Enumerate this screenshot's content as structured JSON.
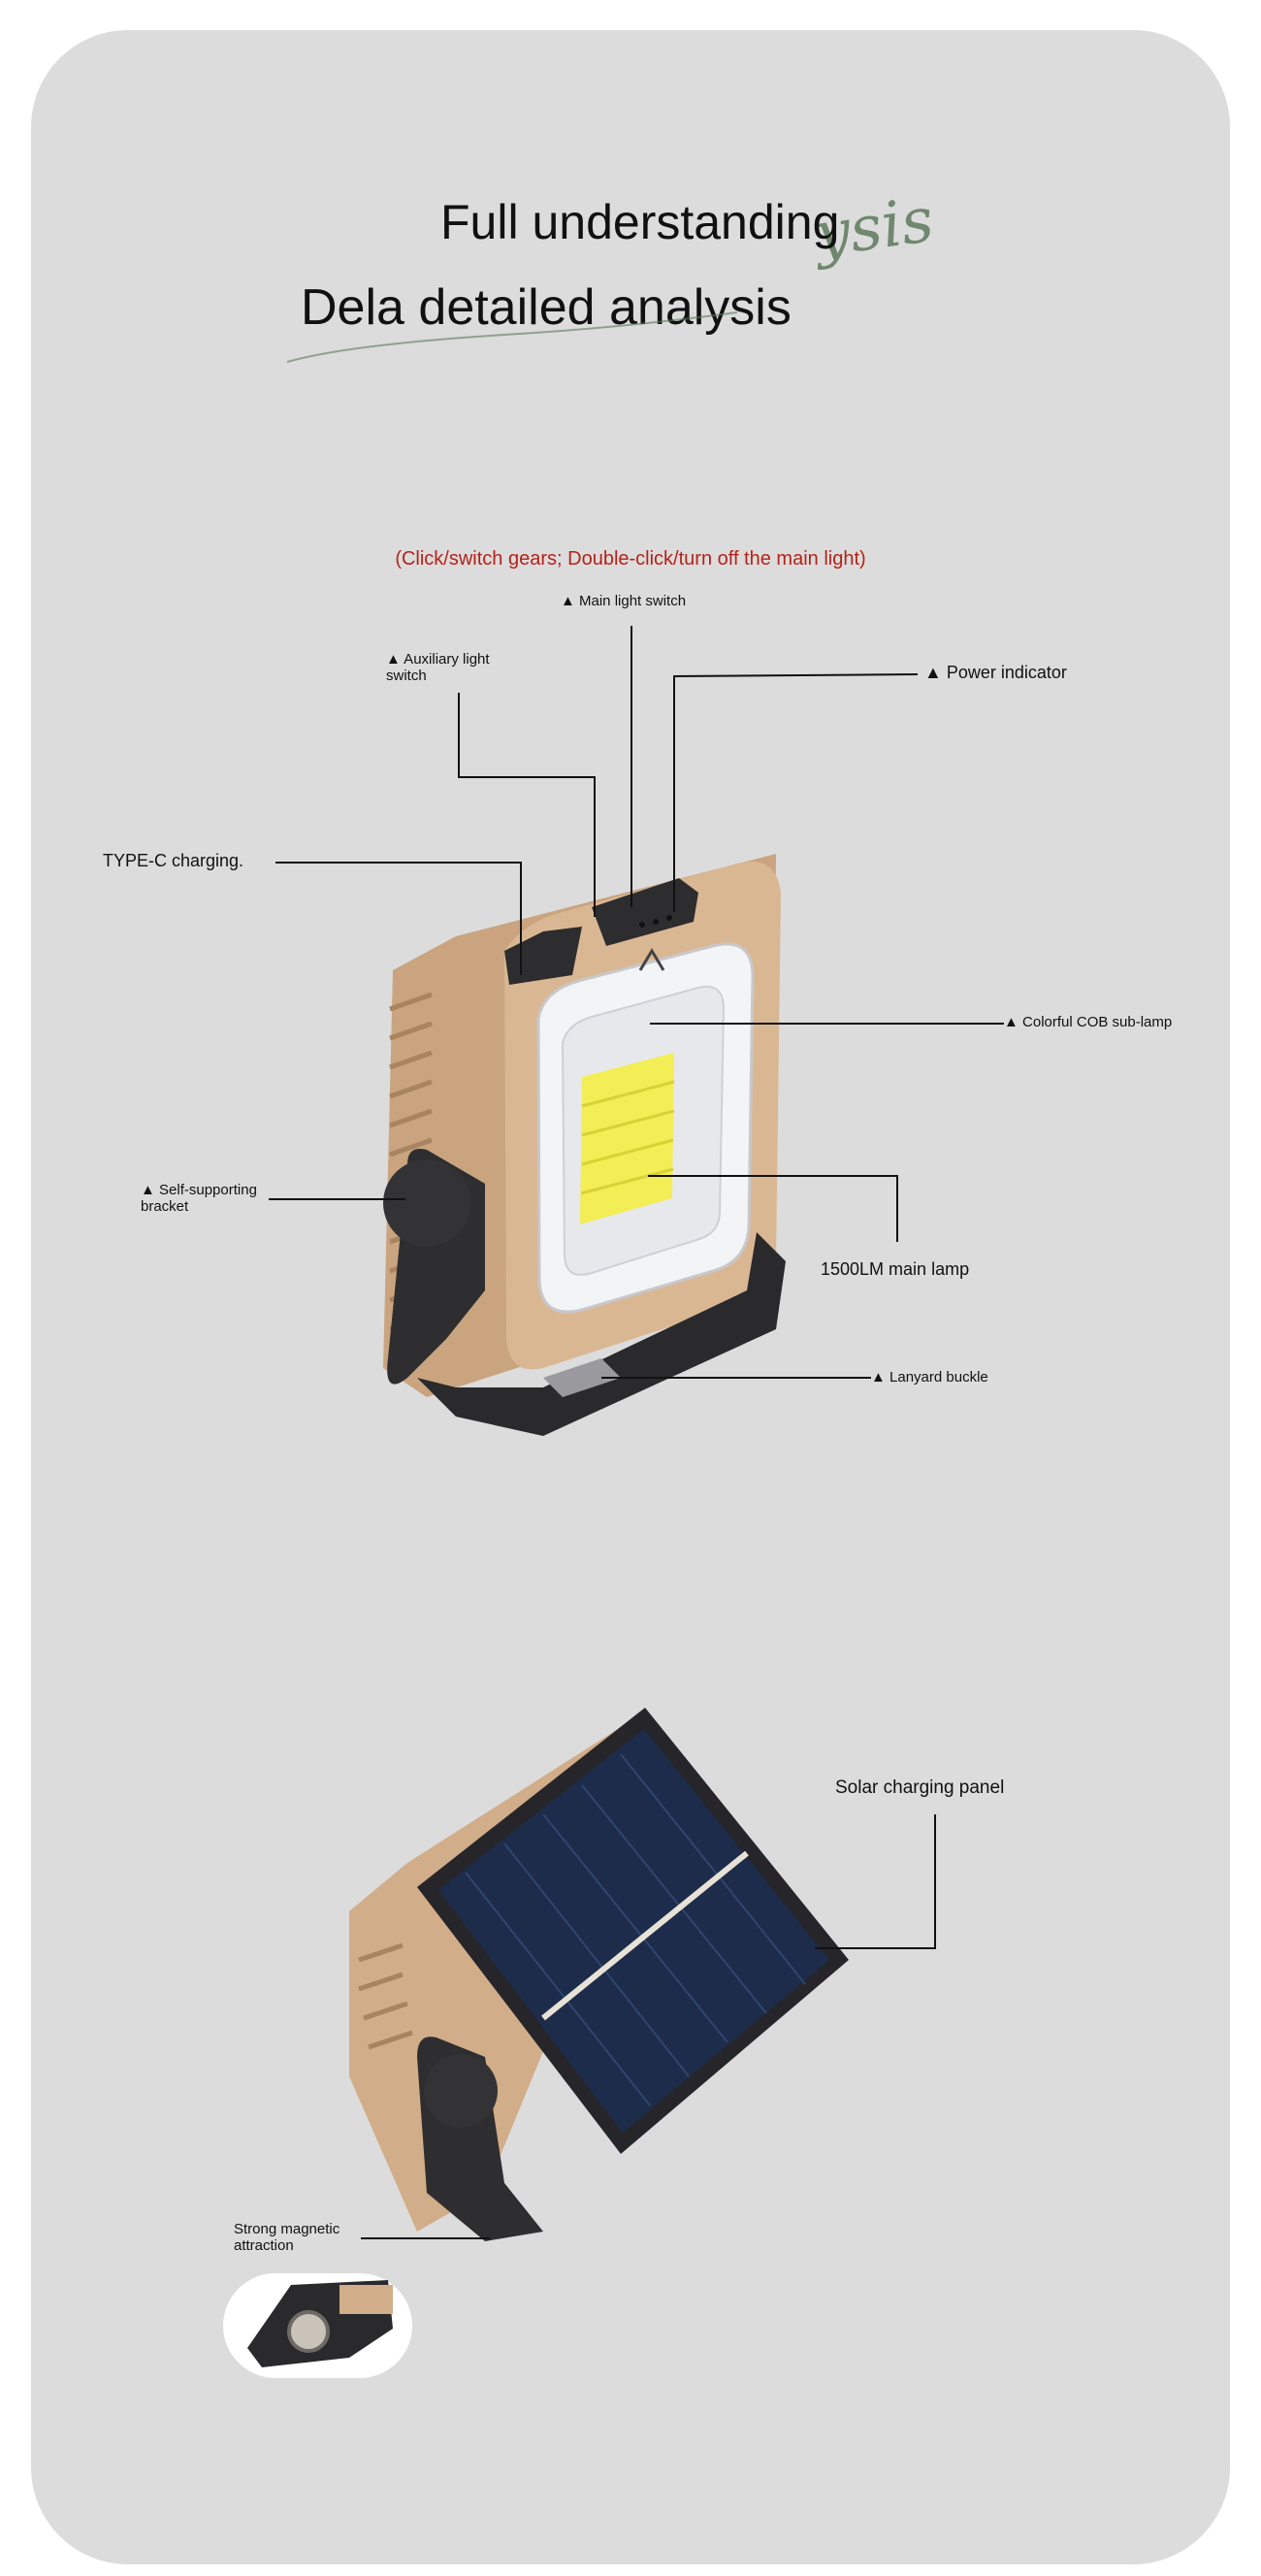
{
  "header": {
    "title_line1": "Full understanding",
    "title_line2": "Dela detailed analysis",
    "script_word": "ysis"
  },
  "note": "(Click/switch gears; Double-click/turn off the main light)",
  "callouts": {
    "main_light_switch": "▲ Main light switch",
    "auxiliary_light_switch_1": "▲ Auxiliary light",
    "auxiliary_light_switch_2": "switch",
    "power_indicator": "▲ Power indicator",
    "type_c": "TYPE-C charging.",
    "cob_sub_lamp": "▲ Colorful COB sub-lamp",
    "self_supporting_1": "▲ Self-supporting",
    "self_supporting_2": "bracket",
    "main_lamp": "1500LM main lamp",
    "lanyard_buckle": "▲ Lanyard buckle",
    "solar_panel": "Solar charging panel",
    "magnetic_1": "Strong magnetic",
    "magnetic_2": "attraction"
  },
  "colors": {
    "background": "#dcdcdc",
    "note_red": "#b3231b",
    "lamp_body": "#d8b48f",
    "bracket": "#2e2e30",
    "led": "#f3ee55",
    "solar": "#1d2c4a"
  },
  "icons": [
    "lantern-front-illustration",
    "lantern-solar-illustration",
    "magnet-detail-illustration"
  ]
}
